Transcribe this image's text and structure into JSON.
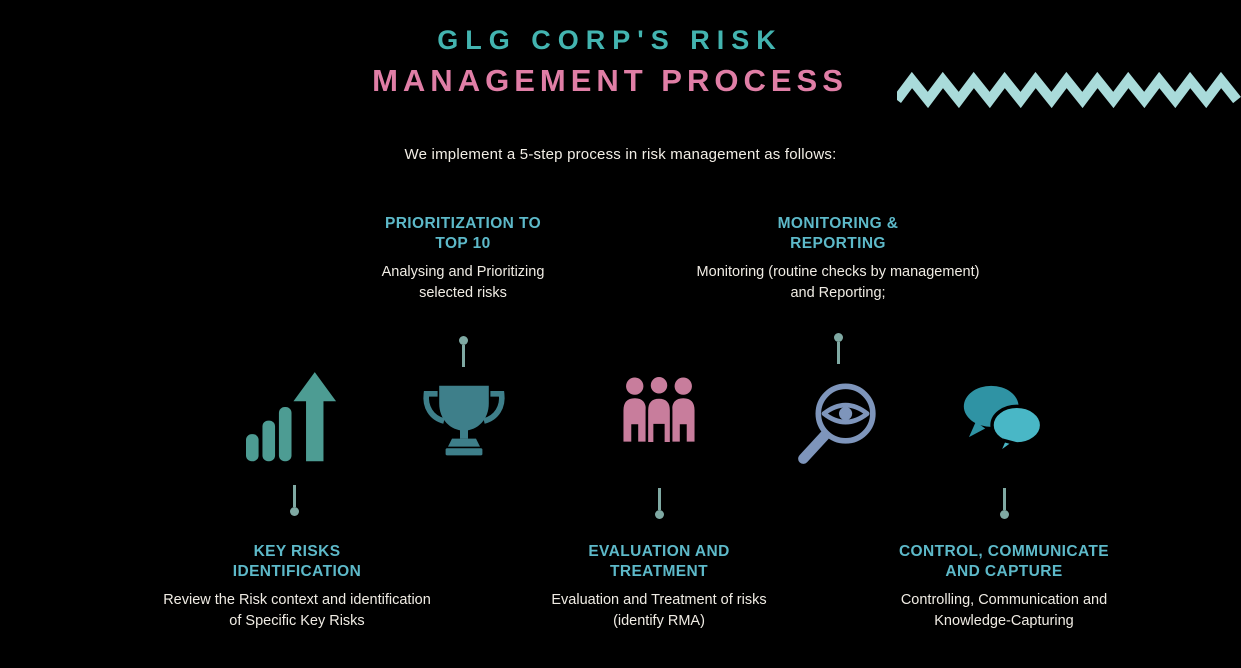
{
  "canvas": {
    "background": "#000000"
  },
  "header": {
    "title_line1": "GLG CORP'S RISK",
    "title_line2": "MANAGEMENT PROCESS",
    "subtitle": "We implement a 5-step process in risk management as follows:"
  },
  "colors": {
    "title_teal": "#43b4b0",
    "title_pink": "#e07ea6",
    "zigzag": "#a9dbda",
    "step_heading_teal": "#5db9c9",
    "body_text": "#f0ece4",
    "connector": "#7fa9a3",
    "icon_bar_chart": "#4d9c93",
    "icon_trophy": "#3e7f8a",
    "icon_people": "#c87d9c",
    "icon_magnifier": "#7e95bb",
    "icon_chat_back": "#2f93a4",
    "icon_chat_front": "#49b7c6"
  },
  "steps": [
    {
      "title": "KEY RISKS\nIDENTIFICATION",
      "description": "Review the Risk context and identification\nof Specific Key Risks",
      "icon": "bar-chart-growth-icon",
      "heading_position": "below"
    },
    {
      "title": "PRIORITIZATION TO\nTOP 10",
      "description": "Analysing and Prioritizing\nselected risks",
      "icon": "trophy-icon",
      "heading_position": "above"
    },
    {
      "title": "EVALUATION AND\nTREATMENT",
      "description": "Evaluation and Treatment of risks\n(identify RMA)",
      "icon": "people-group-icon",
      "heading_position": "below"
    },
    {
      "title": "MONITORING &\nREPORTING",
      "description": "Monitoring (routine checks by management)\nand Reporting;",
      "icon": "eye-magnifier-icon",
      "heading_position": "above"
    },
    {
      "title": "CONTROL, COMMUNICATE\nAND CAPTURE",
      "description": "Controlling, Communication and\nKnowledge-Capturing",
      "icon": "chat-bubbles-icon",
      "heading_position": "below"
    }
  ]
}
